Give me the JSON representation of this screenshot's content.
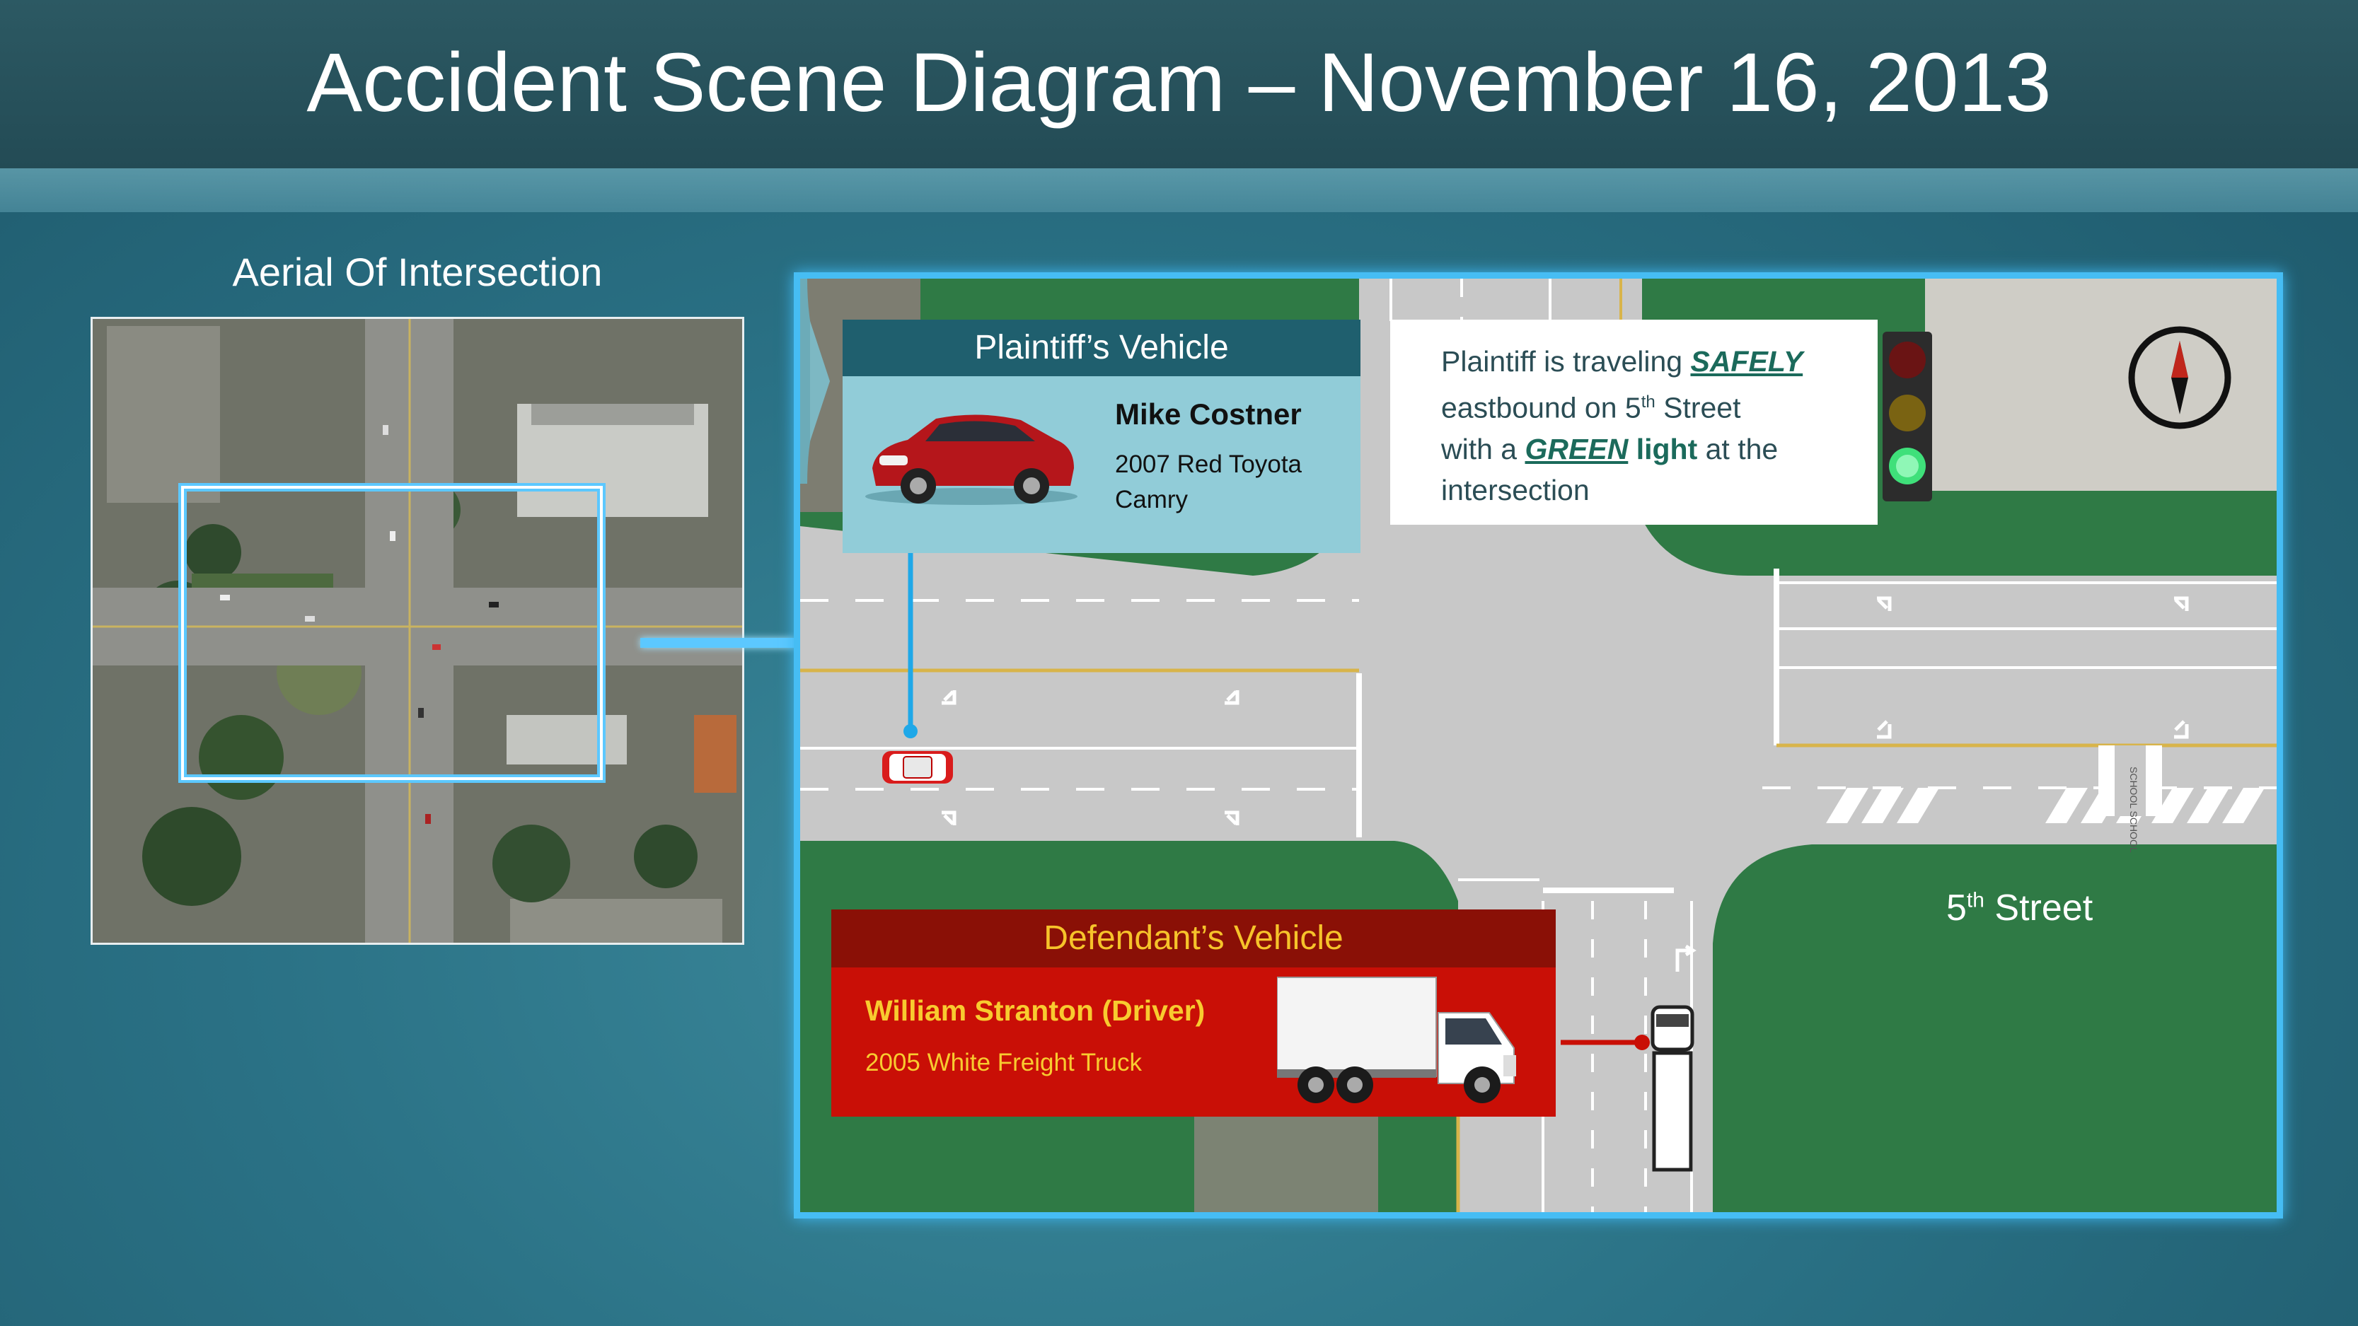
{
  "header": {
    "title": "Accident Scene Diagram – November 16, 2013"
  },
  "aerial": {
    "label": "Aerial Of Intersection"
  },
  "plaintiff": {
    "heading": "Plaintiff’s Vehicle",
    "name": "Mike Costner",
    "vehicle": "2007 Red Toyota Camry"
  },
  "callout": {
    "t1": "Plaintiff is traveling ",
    "safely": "SAFELY",
    "t2": "eastbound on 5",
    "sup": "th",
    "t3": " Street",
    "t4": "with a ",
    "green": "GREEN",
    "light": " light",
    "t5": " at the",
    "t6": "intersection"
  },
  "defendant": {
    "heading": "Defendant’s Vehicle",
    "name": "William Stranton (Driver)",
    "vehicle": "2005 White Freight Truck"
  },
  "street": {
    "name": "5",
    "sup": "th",
    "rest": " Street"
  },
  "road_marking": "SCHOOL SCHOOL",
  "colors": {
    "accent_blue": "#46bdf4",
    "grass": "#2f7a45",
    "plaintiff_header": "#1f5f6e",
    "plaintiff_body": "#91ccd8",
    "defendant_header": "#8a1006",
    "defendant_body": "#c90f06",
    "defendant_text": "#f8cb2f",
    "signal_green": "#3fe07a"
  },
  "icons": {
    "compass": "compass-icon",
    "traffic_light": "traffic-light-icon",
    "car": "car-icon",
    "truck": "truck-icon"
  }
}
